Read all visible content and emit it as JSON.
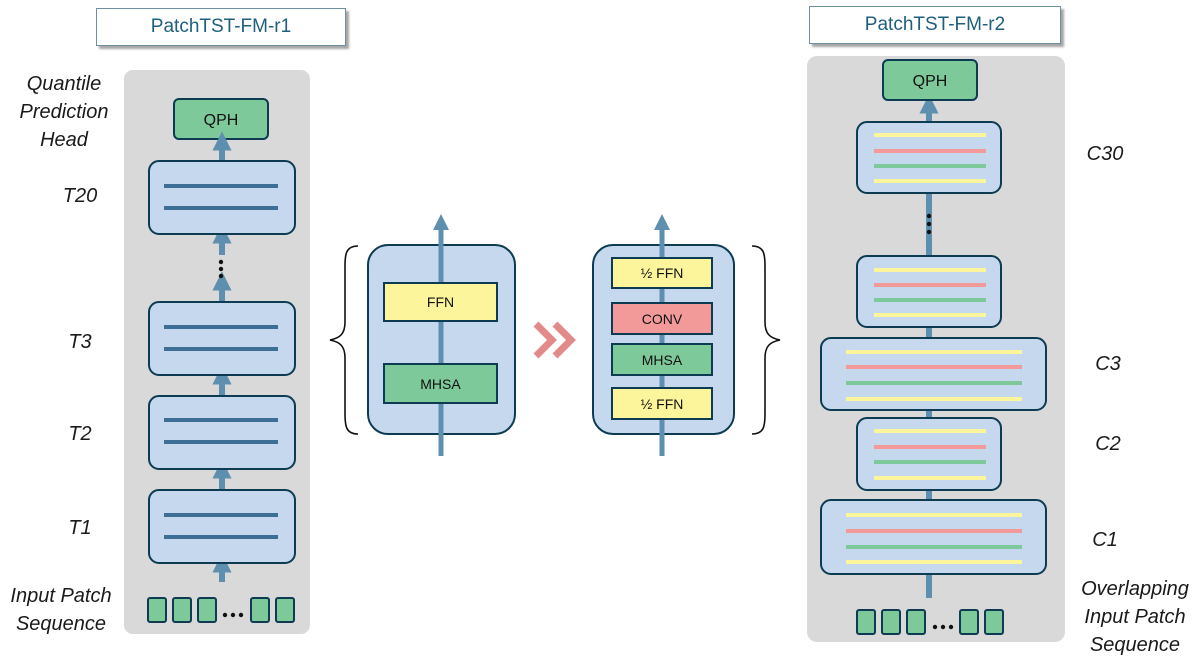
{
  "left_model": {
    "title": "PatchTST-FM-r1",
    "head_label_lines": [
      "Quantile",
      "Prediction",
      "Head"
    ],
    "qph": "QPH",
    "layer_labels": [
      "T20",
      "T3",
      "T2",
      "T1"
    ],
    "input_label_lines": [
      "Input Patch",
      "Sequence"
    ]
  },
  "middle": {
    "transformer_block": {
      "ffn": "FFN",
      "mhsa": "MHSA"
    },
    "conformer_block": {
      "half_ffn_top": "½ FFN",
      "conv": "CONV",
      "mhsa": "MHSA",
      "half_ffn_bottom": "½ FFN"
    }
  },
  "right_model": {
    "title": "PatchTST-FM-r2",
    "qph": "QPH",
    "layer_labels": [
      "C30",
      "C3",
      "C2",
      "C1"
    ],
    "input_label_lines": [
      "Overlapping",
      "Input Patch",
      "Sequence"
    ]
  },
  "colors": {
    "panel": "#d9d9d9",
    "block_fill": "#c5d8ee",
    "stroke": "#0d3b52",
    "line_blue": "#3d6f96",
    "green": "#7dc99a",
    "yellow": "#fdf59b",
    "red": "#f29a9a",
    "chevron": "#e28a8a",
    "arrow": "#5f8fae"
  }
}
